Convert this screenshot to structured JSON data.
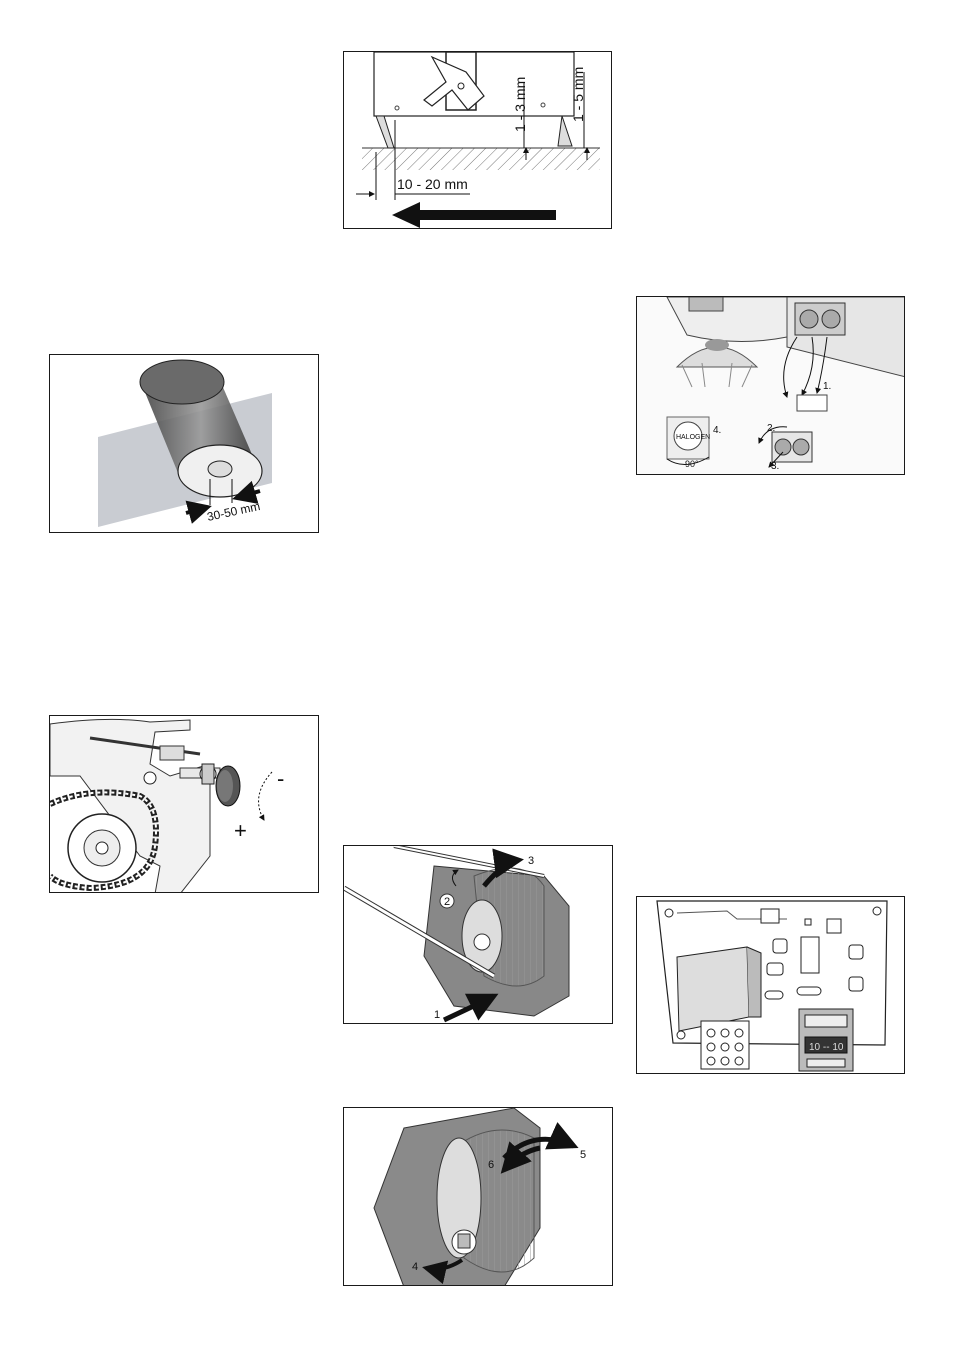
{
  "figures": {
    "squeegee": {
      "label_vertical_1": "1 - 3 mm",
      "label_vertical_2": "1 - 5 mm",
      "label_horizontal": "10 - 20 mm"
    },
    "brush_pattern": {
      "label": "30-50 mm"
    },
    "lamp": {
      "step1": "1.",
      "step2": "2.",
      "step3": "3.",
      "step4": "4.",
      "angle": "90°",
      "bulb_text": "HALOGEN"
    },
    "chain": {
      "minus": "-",
      "plus": "+"
    },
    "filter_remove": {
      "step1": "1",
      "step2": "2",
      "step3": "3"
    },
    "circuit": {
      "display": "10 -- 10"
    },
    "filter_rotate": {
      "step4": "4",
      "step5": "5",
      "step6": "6"
    }
  }
}
